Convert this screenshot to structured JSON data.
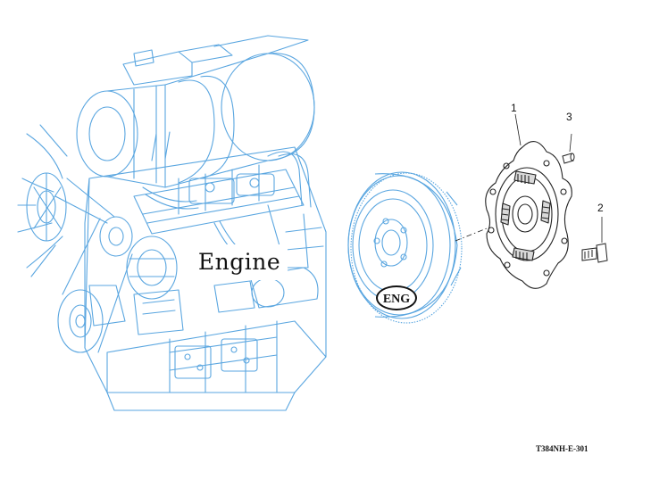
{
  "diagram": {
    "engine_label": "Engine",
    "flywheel_badge": "ENG",
    "reference_code": "T384NH-E-301",
    "callouts": [
      "1",
      "2",
      "3"
    ],
    "colors": {
      "engine_line": "#5aa6e0",
      "flywheel_line": "#5aa6e0",
      "part_line": "#222222",
      "background": "#ffffff"
    }
  }
}
